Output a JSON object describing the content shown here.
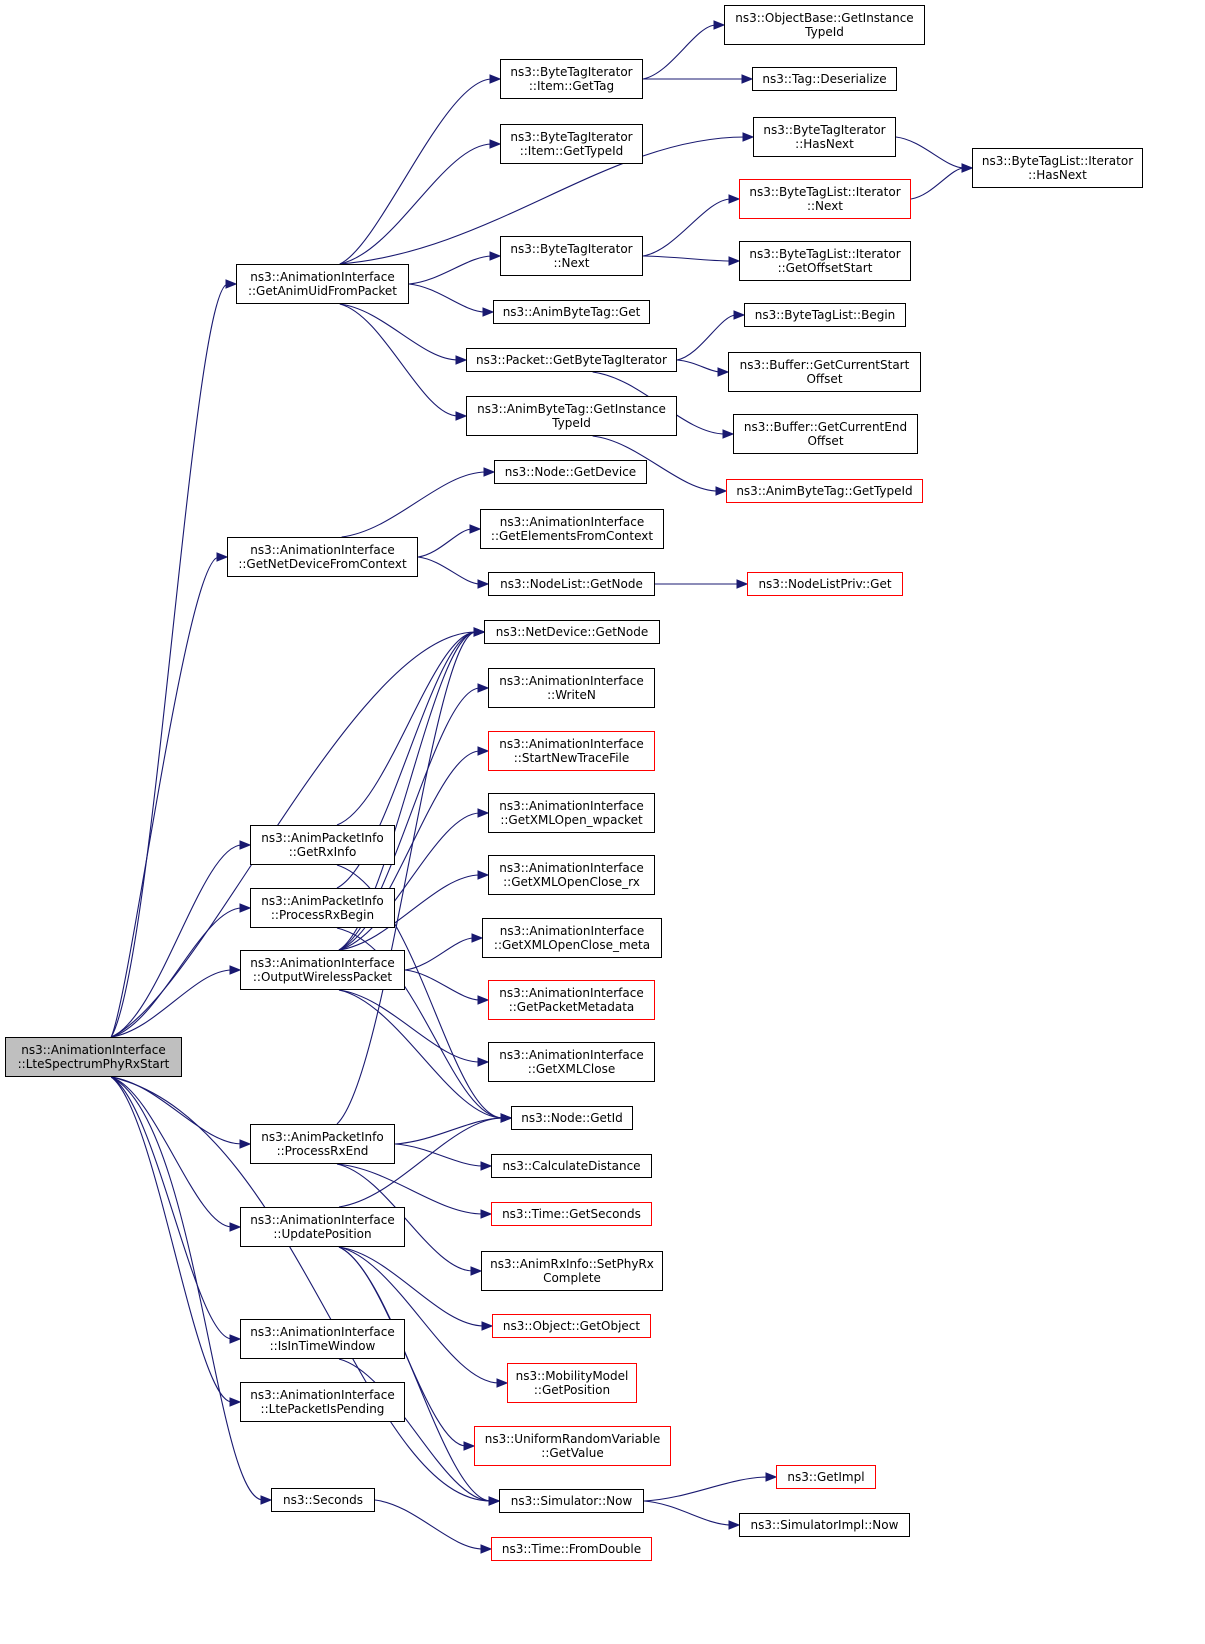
{
  "colors": {
    "edge": "#191970",
    "border": "#000000",
    "red_border": "#ff0000",
    "root_fill": "#bfbfbf"
  },
  "nodes": [
    {
      "id": "root",
      "lines": [
        "ns3::AnimationInterface",
        "::LteSpectrumPhyRxStart"
      ],
      "red": false,
      "root": true
    },
    {
      "id": "getAnimUid",
      "lines": [
        "ns3::AnimationInterface",
        "::GetAnimUidFromPacket"
      ],
      "red": false
    },
    {
      "id": "getNetDevCtx",
      "lines": [
        "ns3::AnimationInterface",
        "::GetNetDeviceFromContext"
      ],
      "red": false
    },
    {
      "id": "getRxInfo",
      "lines": [
        "ns3::AnimPacketInfo",
        "::GetRxInfo"
      ],
      "red": false
    },
    {
      "id": "processRxBegin",
      "lines": [
        "ns3::AnimPacketInfo",
        "::ProcessRxBegin"
      ],
      "red": false
    },
    {
      "id": "outputWireless",
      "lines": [
        "ns3::AnimationInterface",
        "::OutputWirelessPacket"
      ],
      "red": false
    },
    {
      "id": "processRxEnd",
      "lines": [
        "ns3::AnimPacketInfo",
        "::ProcessRxEnd"
      ],
      "red": false
    },
    {
      "id": "updatePosition",
      "lines": [
        "ns3::AnimationInterface",
        "::UpdatePosition"
      ],
      "red": false
    },
    {
      "id": "isInTimeWindow",
      "lines": [
        "ns3::AnimationInterface",
        "::IsInTimeWindow"
      ],
      "red": false
    },
    {
      "id": "ltePacketPending",
      "lines": [
        "ns3::AnimationInterface",
        "::LtePacketIsPending"
      ],
      "red": false
    },
    {
      "id": "seconds",
      "lines": [
        "ns3::Seconds"
      ],
      "red": false
    },
    {
      "id": "btiGetTag",
      "lines": [
        "ns3::ByteTagIterator",
        "::Item::GetTag"
      ],
      "red": false
    },
    {
      "id": "btiGetTypeId",
      "lines": [
        "ns3::ByteTagIterator",
        "::Item::GetTypeId"
      ],
      "red": false
    },
    {
      "id": "btiNext",
      "lines": [
        "ns3::ByteTagIterator",
        "::Next"
      ],
      "red": false
    },
    {
      "id": "animByteTagGet",
      "lines": [
        "ns3::AnimByteTag::Get"
      ],
      "red": false
    },
    {
      "id": "packetGetBTI",
      "lines": [
        "ns3::Packet::GetByteTagIterator"
      ],
      "red": false
    },
    {
      "id": "animByteTagGetInst",
      "lines": [
        "ns3::AnimByteTag::GetInstance",
        "TypeId"
      ],
      "red": false
    },
    {
      "id": "nodeGetDevice",
      "lines": [
        "ns3::Node::GetDevice"
      ],
      "red": false
    },
    {
      "id": "getElemCtx",
      "lines": [
        "ns3::AnimationInterface",
        "::GetElementsFromContext"
      ],
      "red": false
    },
    {
      "id": "nodeListGetNode",
      "lines": [
        "ns3::NodeList::GetNode"
      ],
      "red": false
    },
    {
      "id": "netDevGetNode",
      "lines": [
        "ns3::NetDevice::GetNode"
      ],
      "red": false
    },
    {
      "id": "writeN",
      "lines": [
        "ns3::AnimationInterface",
        "::WriteN"
      ],
      "red": false
    },
    {
      "id": "startNewTrace",
      "lines": [
        "ns3::AnimationInterface",
        "::StartNewTraceFile"
      ],
      "red": true
    },
    {
      "id": "xmlOpenWpacket",
      "lines": [
        "ns3::AnimationInterface",
        "::GetXMLOpen_wpacket"
      ],
      "red": false
    },
    {
      "id": "xmlOpenCloseRx",
      "lines": [
        "ns3::AnimationInterface",
        "::GetXMLOpenClose_rx"
      ],
      "red": false
    },
    {
      "id": "xmlOpenCloseMeta",
      "lines": [
        "ns3::AnimationInterface",
        "::GetXMLOpenClose_meta"
      ],
      "red": false
    },
    {
      "id": "getPacketMeta",
      "lines": [
        "ns3::AnimationInterface",
        "::GetPacketMetadata"
      ],
      "red": true
    },
    {
      "id": "xmlClose",
      "lines": [
        "ns3::AnimationInterface",
        "::GetXMLClose"
      ],
      "red": false
    },
    {
      "id": "nodeGetId",
      "lines": [
        "ns3::Node::GetId"
      ],
      "red": false
    },
    {
      "id": "calcDistance",
      "lines": [
        "ns3::CalculateDistance"
      ],
      "red": false
    },
    {
      "id": "timeGetSeconds",
      "lines": [
        "ns3::Time::GetSeconds"
      ],
      "red": true
    },
    {
      "id": "setPhyRxComplete",
      "lines": [
        "ns3::AnimRxInfo::SetPhyRx",
        "Complete"
      ],
      "red": false
    },
    {
      "id": "objectGetObject",
      "lines": [
        "ns3::Object::GetObject"
      ],
      "red": true
    },
    {
      "id": "mobilityGetPos",
      "lines": [
        "ns3::MobilityModel",
        "::GetPosition"
      ],
      "red": true
    },
    {
      "id": "uniformGetValue",
      "lines": [
        "ns3::UniformRandomVariable",
        "::GetValue"
      ],
      "red": true
    },
    {
      "id": "simulatorNow",
      "lines": [
        "ns3::Simulator::Now"
      ],
      "red": false
    },
    {
      "id": "timeFromDouble",
      "lines": [
        "ns3::Time::FromDouble"
      ],
      "red": true
    },
    {
      "id": "objBaseGetInst",
      "lines": [
        "ns3::ObjectBase::GetInstance",
        "TypeId"
      ],
      "red": false
    },
    {
      "id": "tagDeserialize",
      "lines": [
        "ns3::Tag::Deserialize"
      ],
      "red": false
    },
    {
      "id": "btiHasNext",
      "lines": [
        "ns3::ByteTagIterator",
        "::HasNext"
      ],
      "red": false
    },
    {
      "id": "btlIterNext",
      "lines": [
        "ns3::ByteTagList::Iterator",
        "::Next"
      ],
      "red": true
    },
    {
      "id": "btlGetOffsetStart",
      "lines": [
        "ns3::ByteTagList::Iterator",
        "::GetOffsetStart"
      ],
      "red": false
    },
    {
      "id": "btlBegin",
      "lines": [
        "ns3::ByteTagList::Begin"
      ],
      "red": false
    },
    {
      "id": "bufGetCurStart",
      "lines": [
        "ns3::Buffer::GetCurrentStart",
        "Offset"
      ],
      "red": false
    },
    {
      "id": "bufGetCurEnd",
      "lines": [
        "ns3::Buffer::GetCurrentEnd",
        "Offset"
      ],
      "red": false
    },
    {
      "id": "animByteTagGetTypeId",
      "lines": [
        "ns3::AnimByteTag::GetTypeId"
      ],
      "red": true
    },
    {
      "id": "nodeListPrivGet",
      "lines": [
        "ns3::NodeListPriv::Get"
      ],
      "red": true
    },
    {
      "id": "getImpl",
      "lines": [
        "ns3::GetImpl"
      ],
      "red": true
    },
    {
      "id": "simImplNow",
      "lines": [
        "ns3::SimulatorImpl::Now"
      ],
      "red": false
    },
    {
      "id": "btlIterHasNext",
      "lines": [
        "ns3::ByteTagList::Iterator",
        "::HasNext"
      ],
      "red": false
    }
  ]
}
